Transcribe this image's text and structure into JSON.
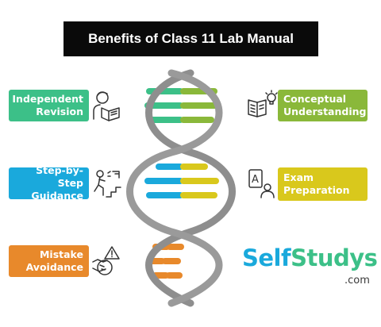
{
  "title": "Benefits of Class 11 Lab Manual",
  "benefits": [
    {
      "lines": [
        "Independent",
        "Revision"
      ],
      "color": "#3cc088",
      "icon": "reading-student-icon"
    },
    {
      "lines": [
        "Conceptual",
        "Understanding"
      ],
      "color": "#8ab83a",
      "icon": "idea-book-icon"
    },
    {
      "lines": [
        "Step-by-Step",
        "Guidance"
      ],
      "color": "#1aa9dc",
      "icon": "climbing-steps-icon"
    },
    {
      "lines": [
        "Exam",
        "Preparation"
      ],
      "color": "#d9c81c",
      "icon": "exam-test-icon"
    },
    {
      "lines": [
        "Mistake",
        "Avoidance"
      ],
      "color": "#e8892b",
      "icon": "warning-handshake-icon"
    }
  ],
  "brand": {
    "self": "Self",
    "studys": "Studys",
    "domain": ".com",
    "color_self": "#1aa9dc",
    "color_studys": "#3cc088"
  },
  "helix": {
    "strand_color": "#8e8e8e"
  }
}
